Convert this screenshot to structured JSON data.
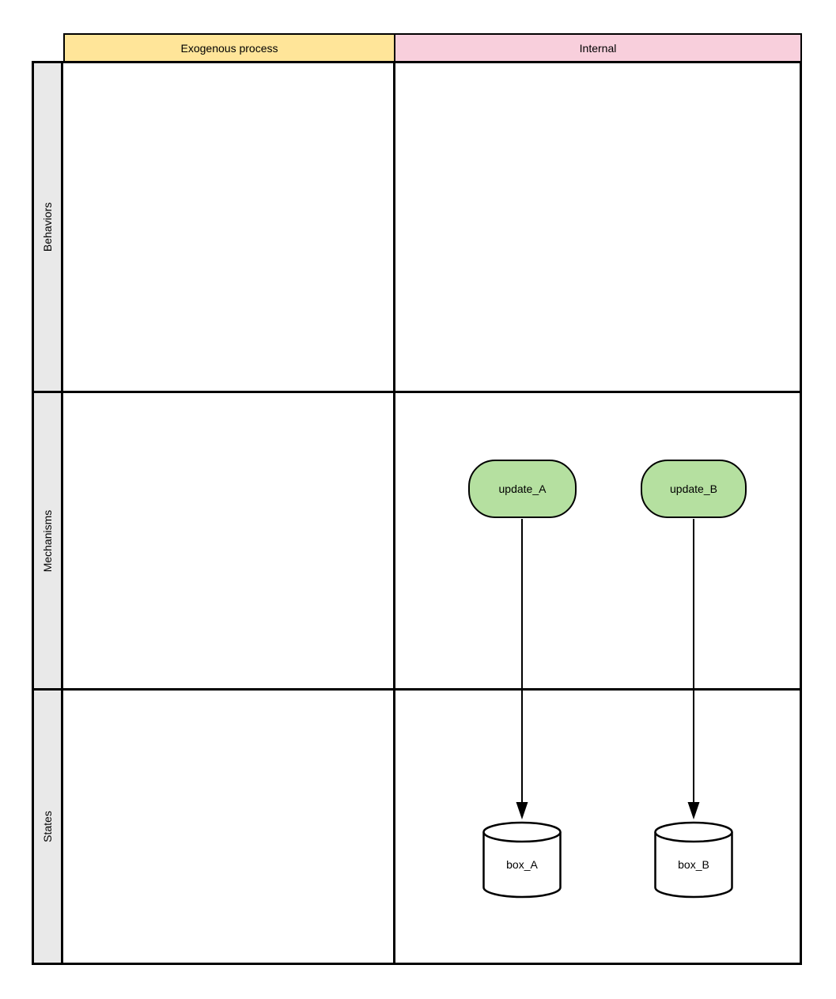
{
  "diagram": {
    "columns": [
      {
        "label": "Exogenous process",
        "fill": "#ffe599"
      },
      {
        "label": "Internal",
        "fill": "#f8cfdc"
      }
    ],
    "rows": [
      {
        "label": "Behaviors"
      },
      {
        "label": "Mechanisms"
      },
      {
        "label": "States"
      }
    ],
    "row_header_fill": "#e9e9e9",
    "border_color": "#000000",
    "nodes": [
      {
        "id": "update_A",
        "label": "update_A",
        "shape": "rounded-process",
        "fill": "#b5e0a0",
        "row": "Mechanisms",
        "column": "Internal"
      },
      {
        "id": "update_B",
        "label": "update_B",
        "shape": "rounded-process",
        "fill": "#b5e0a0",
        "row": "Mechanisms",
        "column": "Internal"
      },
      {
        "id": "box_A",
        "label": "box_A",
        "shape": "cylinder",
        "fill": "#ffffff",
        "row": "States",
        "column": "Internal"
      },
      {
        "id": "box_B",
        "label": "box_B",
        "shape": "cylinder",
        "fill": "#ffffff",
        "row": "States",
        "column": "Internal"
      }
    ],
    "edges": [
      {
        "from": "update_A",
        "to": "box_A",
        "style": "solid-arrow-down"
      },
      {
        "from": "update_B",
        "to": "box_B",
        "style": "solid-arrow-down"
      }
    ]
  }
}
